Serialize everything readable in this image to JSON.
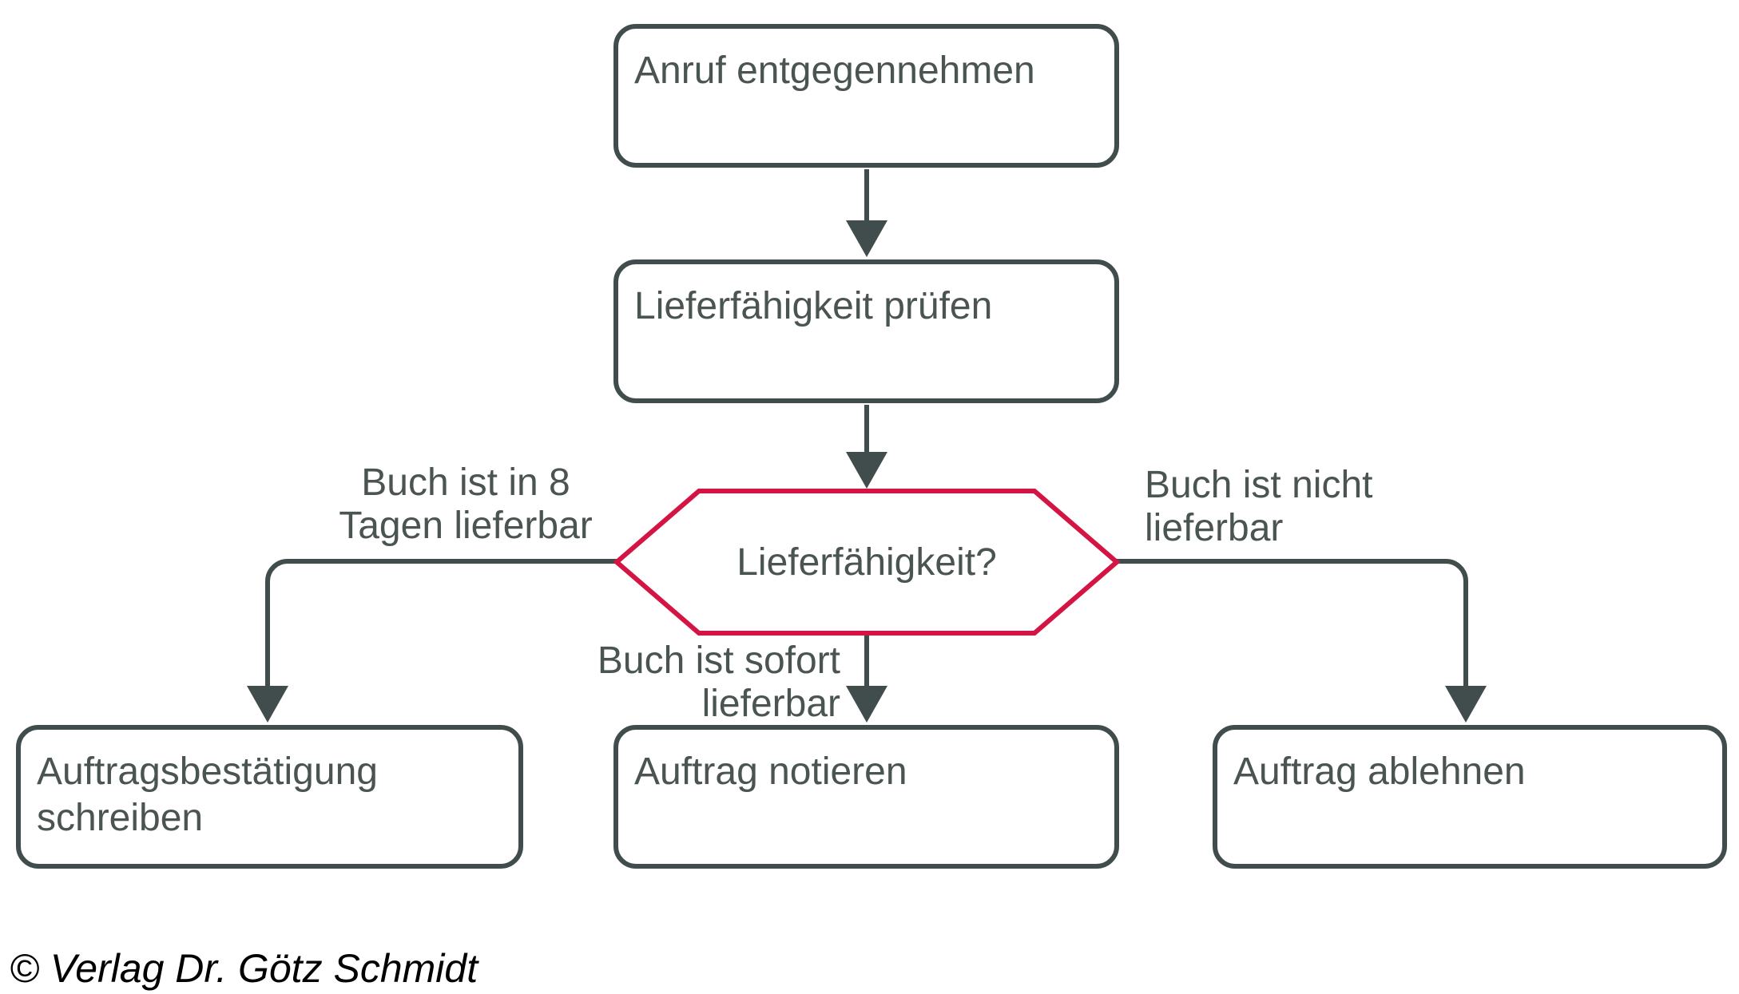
{
  "colors": {
    "node_stroke": "#414d4d",
    "node_text": "#4a5450",
    "decision_stroke": "#d41544",
    "copyright_text": "#000000",
    "background": "#ffffff"
  },
  "nodes": {
    "step1": {
      "label": "Anruf entgegennehmen",
      "type": "process"
    },
    "step2": {
      "label": "Lieferfähigkeit prüfen",
      "type": "process"
    },
    "decision": {
      "label": "Lieferfähigkeit?",
      "type": "decision"
    },
    "outcome_left": {
      "label": "Auftragsbestätigung schreiben",
      "type": "process"
    },
    "outcome_middle": {
      "label": "Auftrag notieren",
      "type": "process"
    },
    "outcome_right": {
      "label": "Auftrag ablehnen",
      "type": "process"
    }
  },
  "branch_labels": {
    "left": {
      "line1": "Buch ist in 8",
      "line2": "Tagen lieferbar"
    },
    "middle": {
      "line1": "Buch ist sofort",
      "line2": "lieferbar"
    },
    "right": {
      "line1": "Buch ist nicht",
      "line2": "lieferbar"
    }
  },
  "footer": {
    "copyright": "© Verlag Dr. Götz Schmidt"
  }
}
